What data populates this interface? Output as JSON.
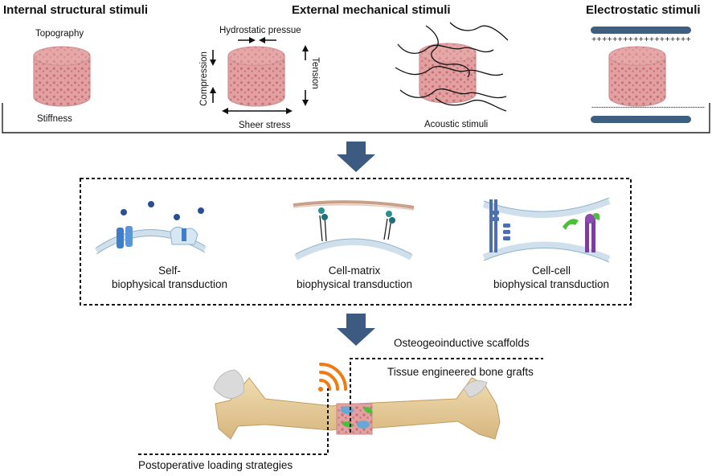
{
  "top": {
    "internal": {
      "title": "Internal structural stimuli",
      "top_label": "Topography",
      "bottom_label": "Stiffness"
    },
    "external": {
      "title": "External mechanical stimuli",
      "hydrostatic": "Hydrostatic pressue",
      "compression": "Compression",
      "tension": "Tension",
      "sheer": "Sheer stress",
      "acoustic": "Acoustic stimuli"
    },
    "electrostatic": {
      "title": "Electrostatic stimuli",
      "plus_row": "+++++++++++++++++++",
      "minus_row": "-----------------------------------------------"
    }
  },
  "middle": {
    "self": {
      "line1": "Self-",
      "line2": "biophysical transduction"
    },
    "cell_matrix": {
      "line1": "Cell-matrix",
      "line2": "biophysical transduction"
    },
    "cell_cell": {
      "line1": "Cell-cell",
      "line2": "biophysical transduction"
    }
  },
  "bottom": {
    "scaffolds": "Osteogeoinductive scaffolds",
    "grafts": "Tissue engineered bone grafts",
    "loading": "Postoperative loading strategies"
  },
  "colors": {
    "scaffold": "#e2a0a0",
    "pore": "#c96e74",
    "arrow": "#3d5a80",
    "bar": "#3f5f80",
    "bone": "#e8cf9f",
    "membrane": "#cfe0ec",
    "wave": "#f07a14"
  }
}
